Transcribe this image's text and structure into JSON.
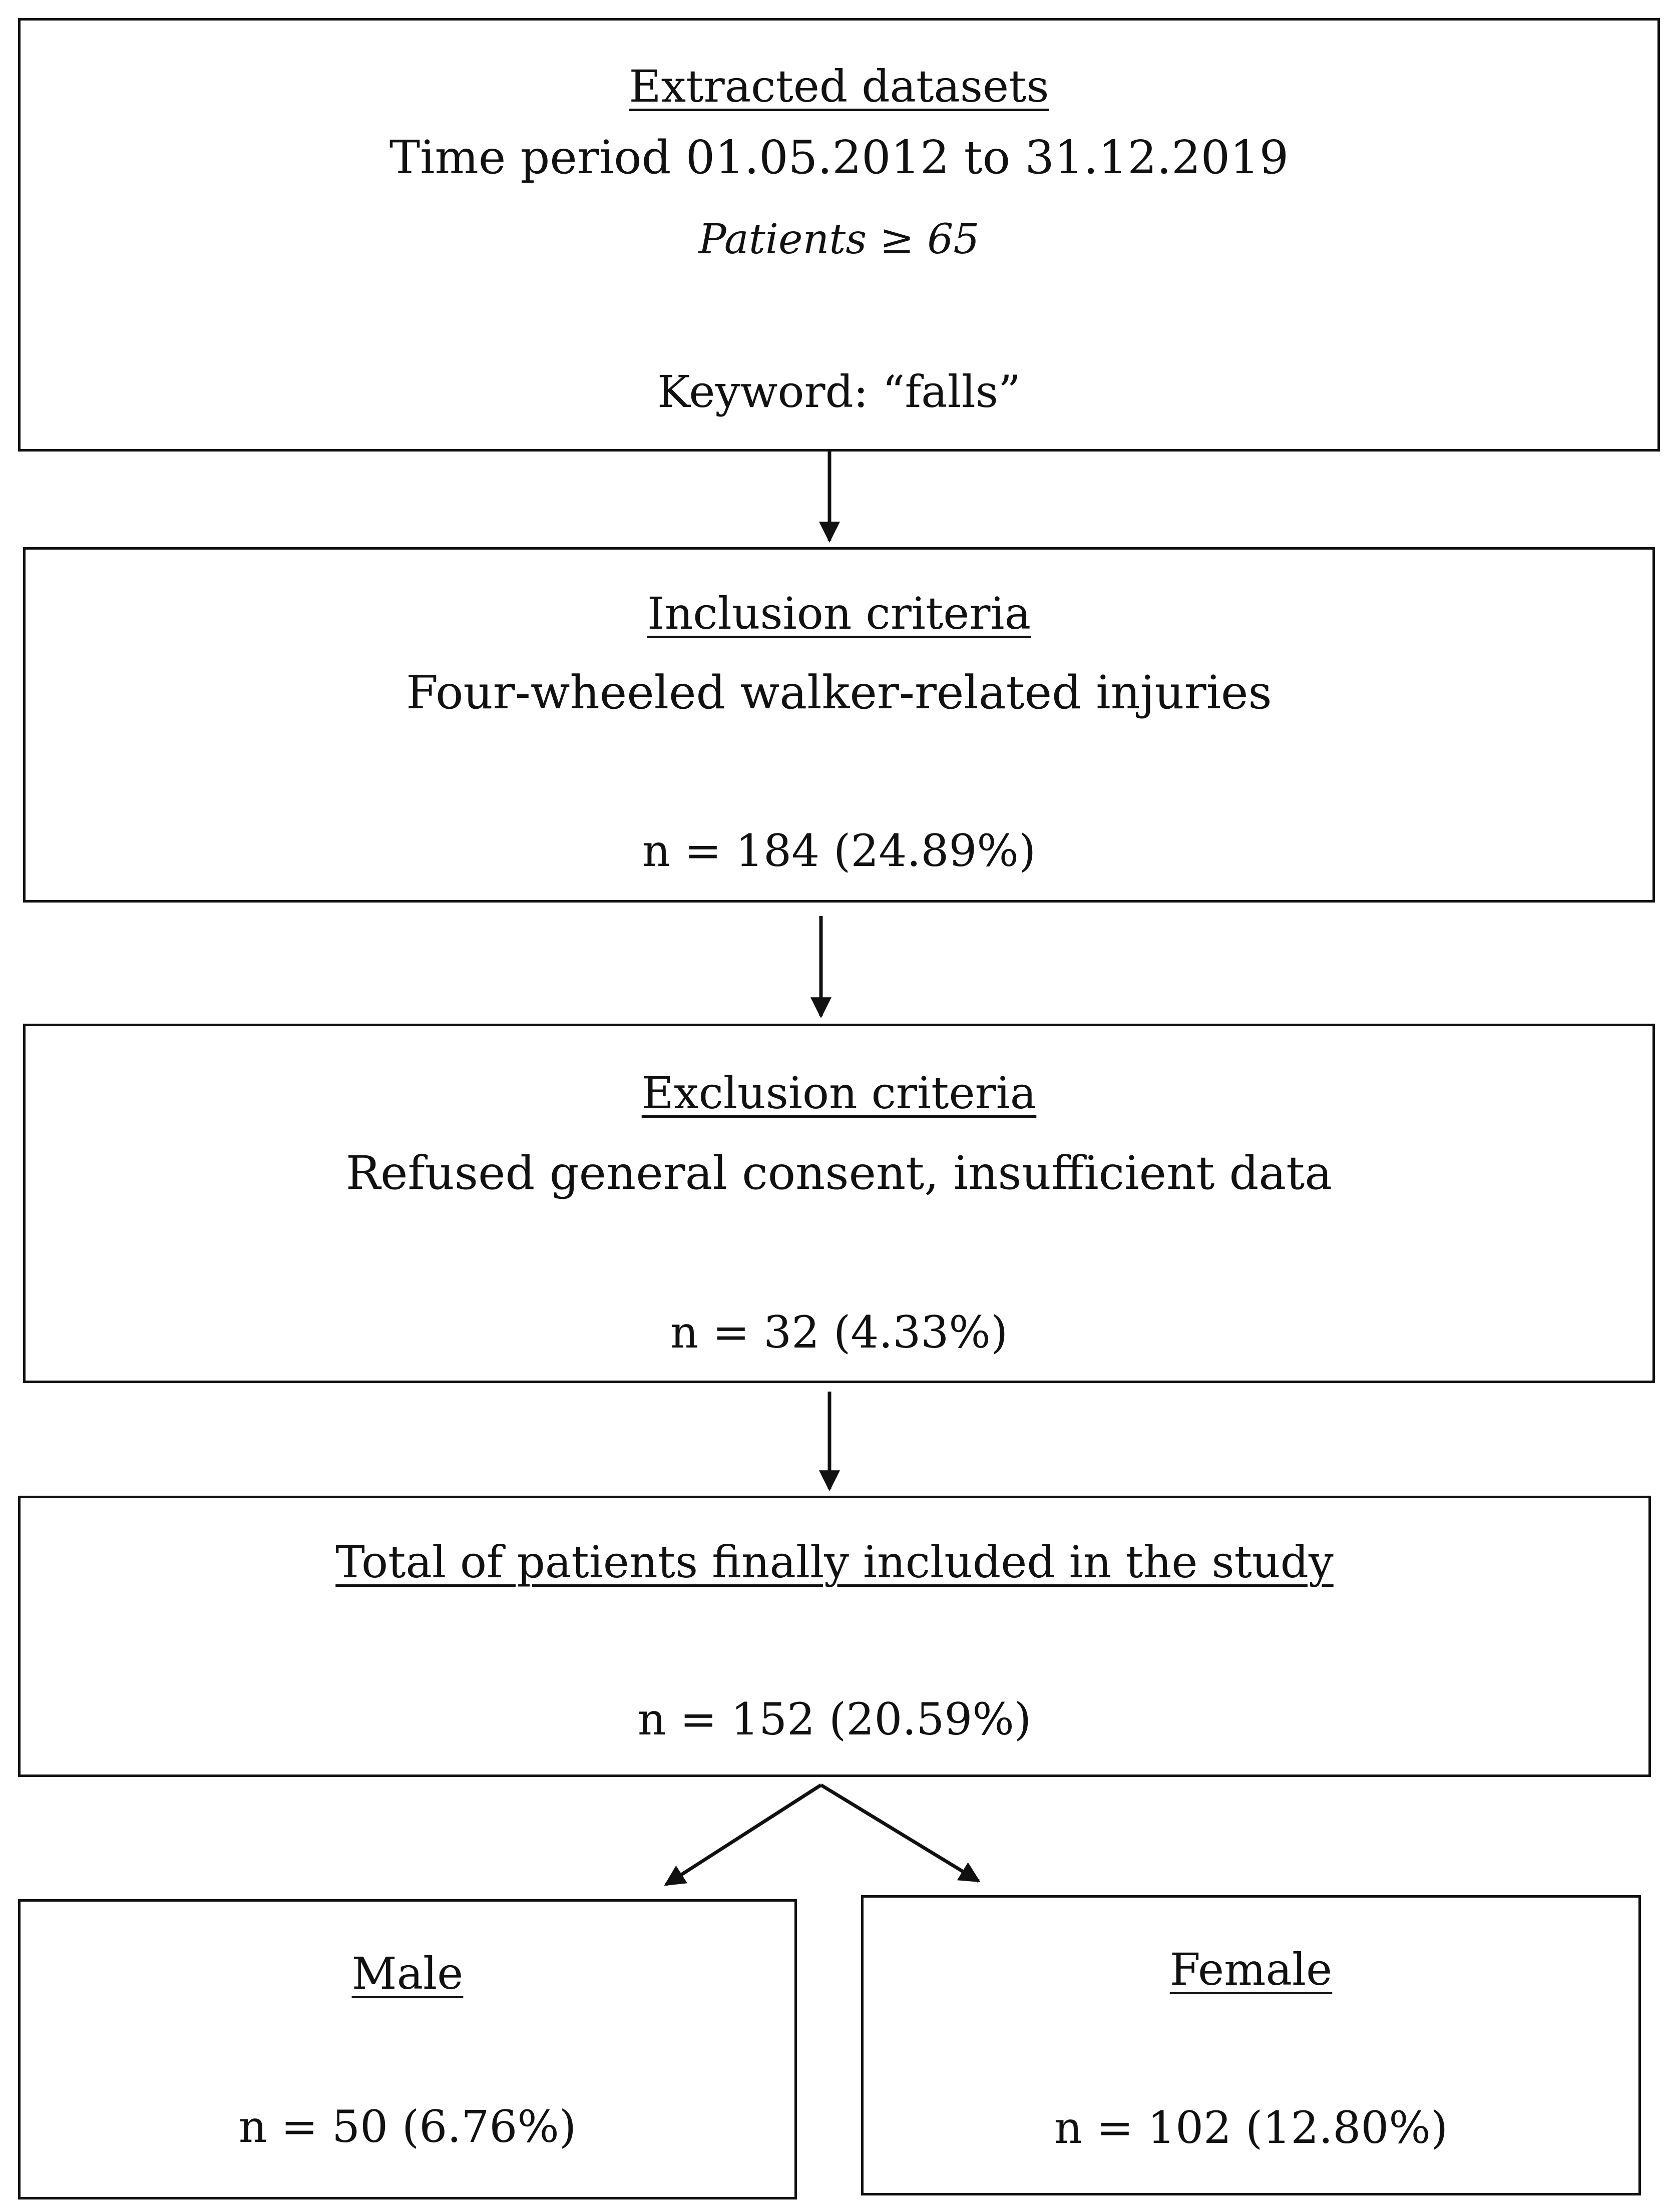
{
  "boxes": {
    "extracted": {
      "heading": "Extracted datasets",
      "period": "Time period 01.05.2012 to 31.12.2019",
      "patients": "Patients ≥ 65",
      "keyword": "Keyword: “falls”"
    },
    "inclusion": {
      "heading": "Inclusion criteria",
      "description": "Four-wheeled walker-related injuries",
      "count": "n = 184 (24.89%)"
    },
    "exclusion": {
      "heading": "Exclusion criteria",
      "description": "Refused general consent, insufficient data",
      "count": "n = 32 (4.33%)"
    },
    "total": {
      "heading": "Total of patients finally included in the study",
      "count": "n = 152 (20.59%)"
    },
    "male": {
      "heading": "Male",
      "count": "n = 50 (6.76%)"
    },
    "female": {
      "heading": "Female",
      "count": "n = 102 (12.80%)"
    }
  }
}
